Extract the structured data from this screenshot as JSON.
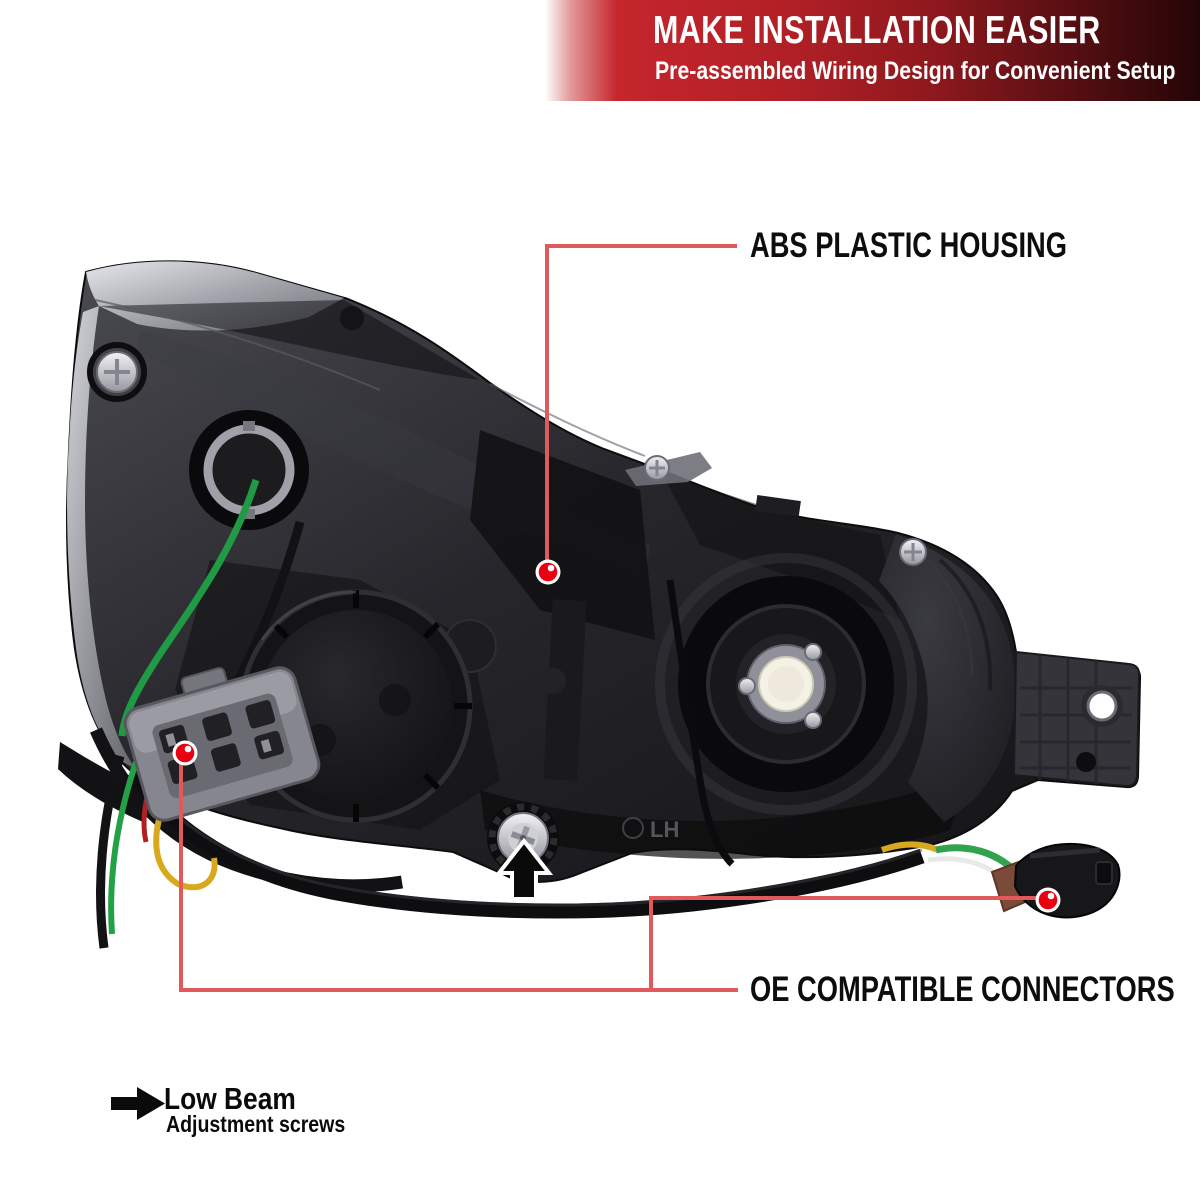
{
  "banner": {
    "title": "MAKE INSTALLATION EASIER",
    "subtitle": "Pre-assembled Wiring Design for Convenient Setup"
  },
  "callouts": {
    "abs_housing": {
      "label": "ABS PLASTIC HOUSING"
    },
    "oe_connectors": {
      "label": "OE COMPATIBLE CONNECTORS"
    }
  },
  "legend": {
    "title": "Low Beam",
    "subtitle": "Adjustment screws"
  },
  "part_markings": {
    "side": "LH"
  },
  "icons": {
    "callout_dot": "red-circle-marker",
    "adjustment_arrow": "solid-black-up-arrow",
    "low_beam_arrow": "solid-black-right-arrow"
  },
  "colors": {
    "banner_gradient_left": "#c5262c",
    "banner_gradient_right": "#240506",
    "banner_text": "#ffffff",
    "leader_line": "#e2595c",
    "callout_dot": "#ea0011",
    "label_text": "#0d0d0d",
    "arrow_black": "#0a0a0a"
  }
}
